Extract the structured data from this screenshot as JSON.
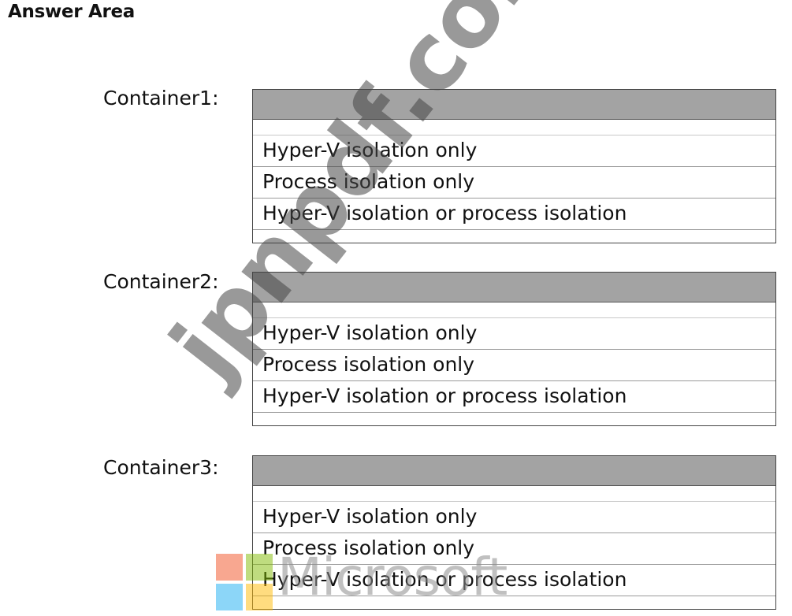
{
  "answer_area": {
    "title": "Answer Area"
  },
  "containers": [
    {
      "label": "Container1:",
      "selected": "",
      "options": [
        "Hyper-V isolation only",
        "Process isolation only",
        "Hyper-V isolation or process isolation"
      ]
    },
    {
      "label": "Container2:",
      "selected": "",
      "options": [
        "Hyper-V isolation only",
        "Process isolation only",
        "Hyper-V isolation or process isolation"
      ]
    },
    {
      "label": "Container3:",
      "selected": "",
      "options": [
        "Hyper-V isolation only",
        "Process isolation only",
        "Hyper-V isolation or process isolation"
      ]
    }
  ],
  "watermark": {
    "text": "jpnpdf.com",
    "brand": "Microsoft",
    "logo_colors": [
      "#f25022",
      "#7fba00",
      "#00a4ef",
      "#ffb900"
    ]
  },
  "colors": {
    "dropdown_header": "#a3a3a3",
    "border": "#444444"
  }
}
